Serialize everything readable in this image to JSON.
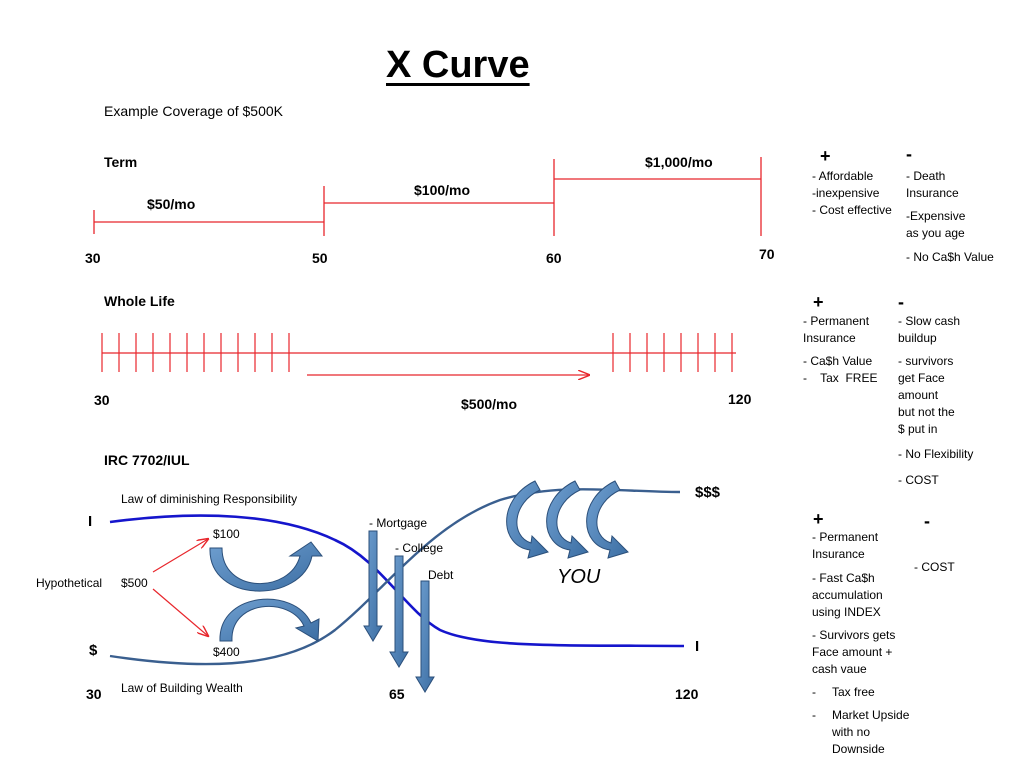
{
  "title": "X Curve",
  "subtitle": "Example Coverage of $500K",
  "term": {
    "label": "Term",
    "prices": [
      "$50/mo",
      "$100/mo",
      "$1,000/mo"
    ],
    "ages": [
      "30",
      "50",
      "60",
      "70"
    ],
    "plus": "+",
    "minus": "-",
    "pros": [
      "- Affordable",
      "-inexpensive",
      "- Cost effective"
    ],
    "cons": [
      "- Death Insurance",
      "-Expensive as you age",
      "- No Ca$h Value"
    ]
  },
  "whole_life": {
    "label": "Whole Life",
    "price": "$500/mo",
    "ages": [
      "30",
      "120"
    ],
    "plus": "+",
    "minus": "-",
    "pros": [
      "- Permanent Insurance",
      "- Ca$h Value",
      "-    Tax  FREE"
    ],
    "cons": [
      "- Slow cash buildup",
      "-  survivors get Face amount but not the $ put in",
      "- No Flexibility",
      "- COST"
    ]
  },
  "iul": {
    "label": "IRC 7702/IUL",
    "law_top": "Law of diminishing Responsibility",
    "law_bottom": "Law of Building Wealth",
    "hypothetical": "Hypothetical",
    "amount_total": "$500",
    "amount_top": "$100",
    "amount_bottom": "$400",
    "left_top_symbol": "I",
    "left_bottom_symbol": "$",
    "right_top_symbol": "$$$",
    "right_bottom_symbol": "I",
    "you": "YOU",
    "debts": [
      "- Mortgage",
      "- College",
      "Debt"
    ],
    "ages": [
      "30",
      "65",
      "120"
    ],
    "plus": "+",
    "minus": "-",
    "pros": [
      "- Permanent Insurance",
      "- Fast Ca$h accumulation using  INDEX",
      "- Survivors gets Face amount + cash vaue",
      "Tax free",
      "Market Upside with no Downside"
    ],
    "cons": [
      "- COST"
    ]
  },
  "colors": {
    "term_line": "#e8262c",
    "curve_responsibility": "#1515cc",
    "curve_wealth": "#3a5f8f",
    "arrow_fill": "#4a7fb5",
    "arrow_stroke": "#2b4f7a"
  }
}
